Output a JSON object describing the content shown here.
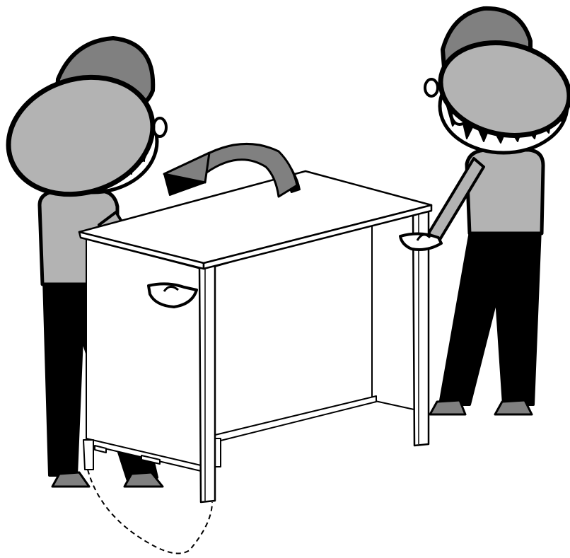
{
  "diagram": {
    "kind": "assembly-instruction",
    "people": 2,
    "action": "rotate-arrow",
    "motion_path": "dashed-arc",
    "colors": {
      "outline": "#000000",
      "cap_light": "#b3b3b3",
      "cap_dark": "#808080",
      "shirt": "#b3b3b3",
      "pants": "#000000",
      "shoes": "#808080",
      "desk": "#ffffff"
    }
  }
}
